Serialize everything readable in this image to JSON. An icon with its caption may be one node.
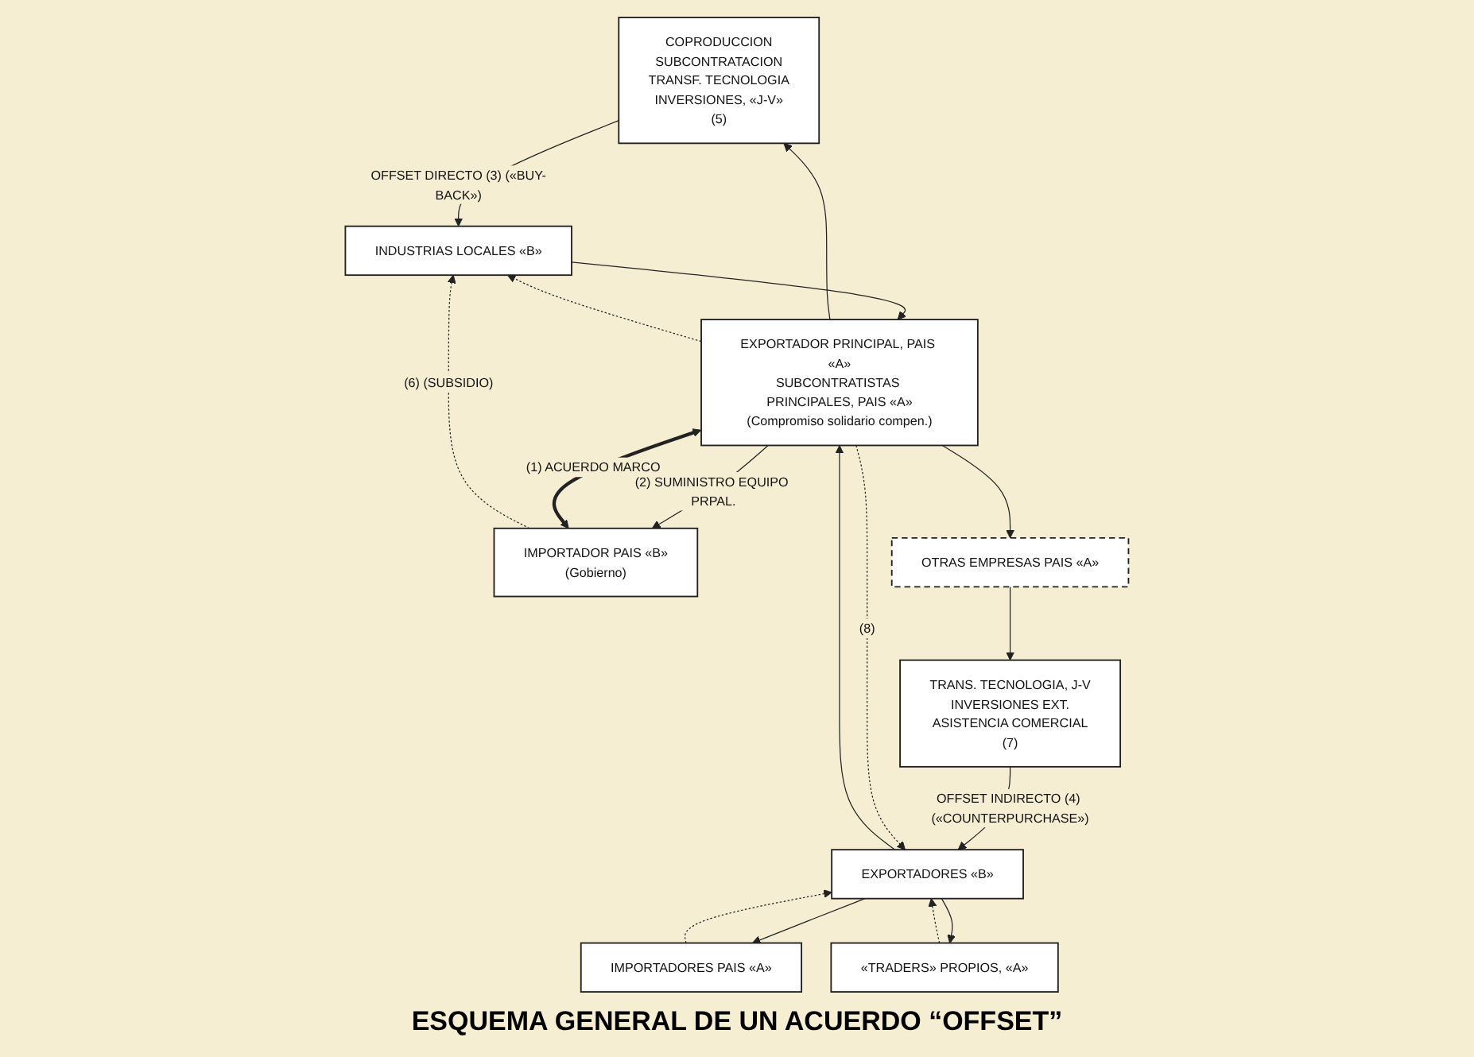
{
  "diagram": {
    "title": "ESQUEMA GENERAL DE UN ACUERDO “OFFSET”",
    "nodes": [
      {
        "text": [
          "COPRODUCCION",
          "SUBCONTRATACION",
          "TRANSF. TECNOLOGIA",
          "INVERSIONES, «J-V»",
          "(5)"
        ]
      },
      {
        "text": [
          "IMPORTADORES PAIS «A»"
        ]
      },
      {
        "text": [
          "«TRADERS» PROPIOS, «A»"
        ]
      },
      {
        "text": [
          "EXPORTADOR PRINCIPAL, PAIS «A»",
          "SUBCONTRATISTAS PRINCIPALES, PAIS «A»",
          "(Compromiso solidario compen.)"
        ]
      },
      {
        "text": [
          "IMPORTADOR PAIS «B»",
          "(Gobierno)"
        ]
      },
      {
        "text": [
          "INDUSTRIAS LOCALES «B»"
        ]
      },
      {
        "text": [
          "EXPORTADORES «B»"
        ]
      },
      {
        "text": [
          "OTRAS EMPRESAS PAIS «A»"
        ]
      },
      {
        "text": [
          "TRANS. TECNOLOGIA, J-V",
          "INVERSIONES EXT.",
          "ASISTENCIA COMERCIAL",
          "(7)"
        ]
      }
    ],
    "edges": [
      {
        "from": 3,
        "to": 0,
        "arrow": "to"
      },
      {
        "from": 0,
        "to": 5,
        "arrow": "to",
        "label": "OFFSET DIRECTO (3) («BUY-BACK»)"
      },
      {
        "from": 5,
        "to": 3,
        "arrow": "to"
      },
      {
        "from": 3,
        "to": 5,
        "arrow": "to",
        "style": "dashed"
      },
      {
        "from": 4,
        "to": 5,
        "arrow": "to",
        "style": "dashed",
        "label": "(6) (SUBSIDIO)"
      },
      {
        "from": 3,
        "to": 4,
        "arrow": "to",
        "label": "(2) SUMINISTRO EQUIPO PRPAL."
      },
      {
        "from": 3,
        "to": 4,
        "arrow": "both",
        "style": "thick",
        "label": "(1) ACUERDO MARCO"
      },
      {
        "from": 3,
        "to": 7,
        "arrow": "to"
      },
      {
        "from": 7,
        "to": 8,
        "arrow": "to"
      },
      {
        "from": 8,
        "to": 6,
        "arrow": "to",
        "label": "OFFSET INDIRECTO (4) («COUNTERPURCHASE»)"
      },
      {
        "from": 6,
        "to": 1,
        "arrow": "to"
      },
      {
        "from": 6,
        "to": 2,
        "arrow": "to"
      },
      {
        "from": 6,
        "to": 3,
        "arrow": "to"
      },
      {
        "from": 1,
        "to": 6,
        "arrow": "to",
        "style": "dashed"
      },
      {
        "from": 2,
        "to": 6,
        "arrow": "to",
        "style": "dashed"
      },
      {
        "from": 3,
        "to": 6,
        "arrow": "to",
        "style": "dashed",
        "label": "(8)"
      }
    ]
  }
}
